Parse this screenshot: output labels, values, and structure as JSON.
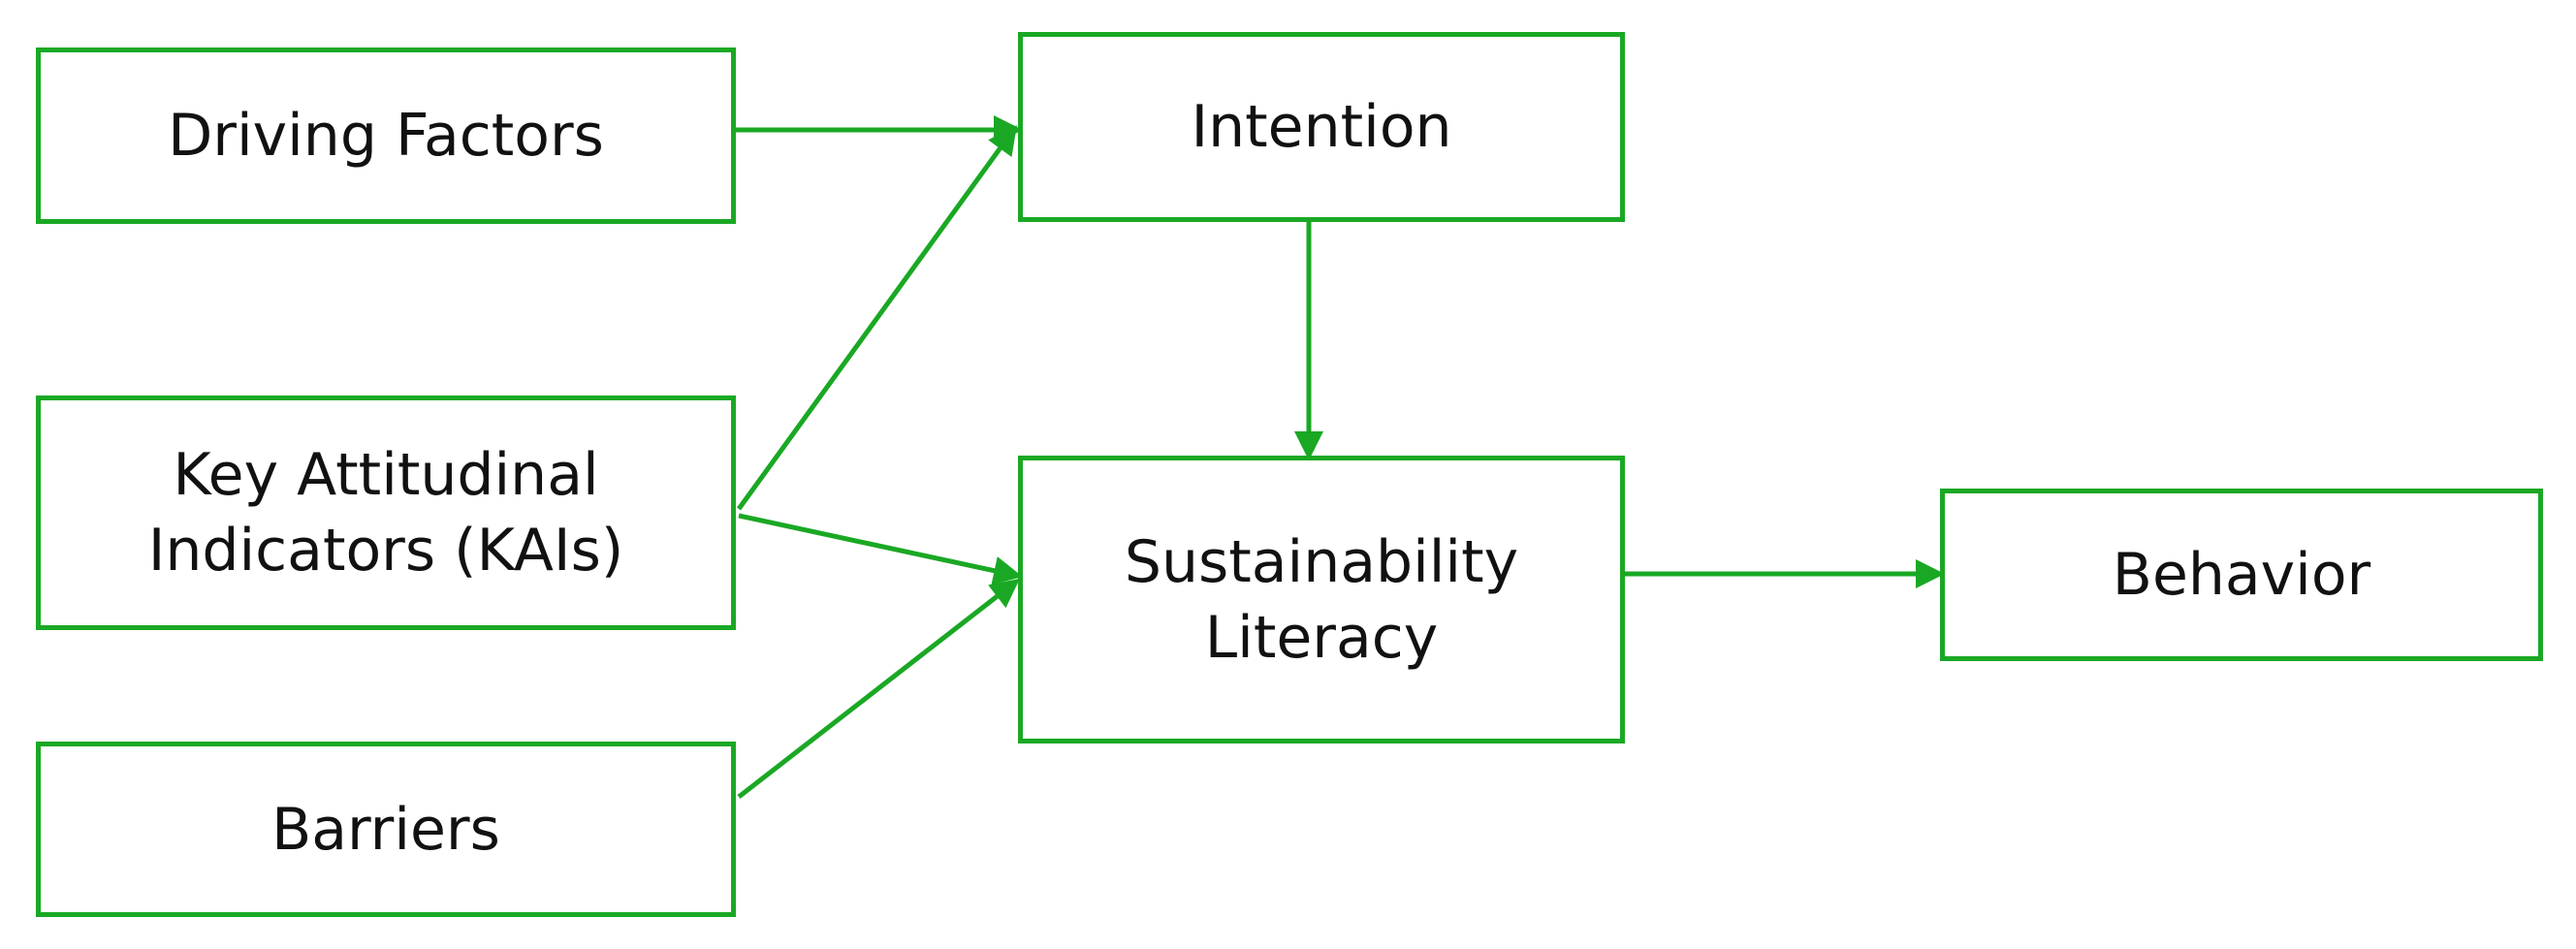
{
  "diagram": {
    "accent_color": "#1aa824",
    "nodes": {
      "driving_factors": {
        "line1": "Driving Factors"
      },
      "kai": {
        "line1": "Key Attitudinal",
        "line2": "Indicators (KAIs)"
      },
      "barriers": {
        "line1": "Barriers"
      },
      "intention": {
        "line1": "Intention"
      },
      "literacy": {
        "line1": "Sustainability",
        "line2": "Literacy"
      },
      "behavior": {
        "line1": "Behavior"
      }
    },
    "edges": [
      {
        "from": "driving_factors",
        "to": "intention"
      },
      {
        "from": "kai",
        "to": "intention"
      },
      {
        "from": "kai",
        "to": "literacy"
      },
      {
        "from": "barriers",
        "to": "literacy"
      },
      {
        "from": "intention",
        "to": "literacy"
      },
      {
        "from": "literacy",
        "to": "behavior"
      }
    ]
  }
}
